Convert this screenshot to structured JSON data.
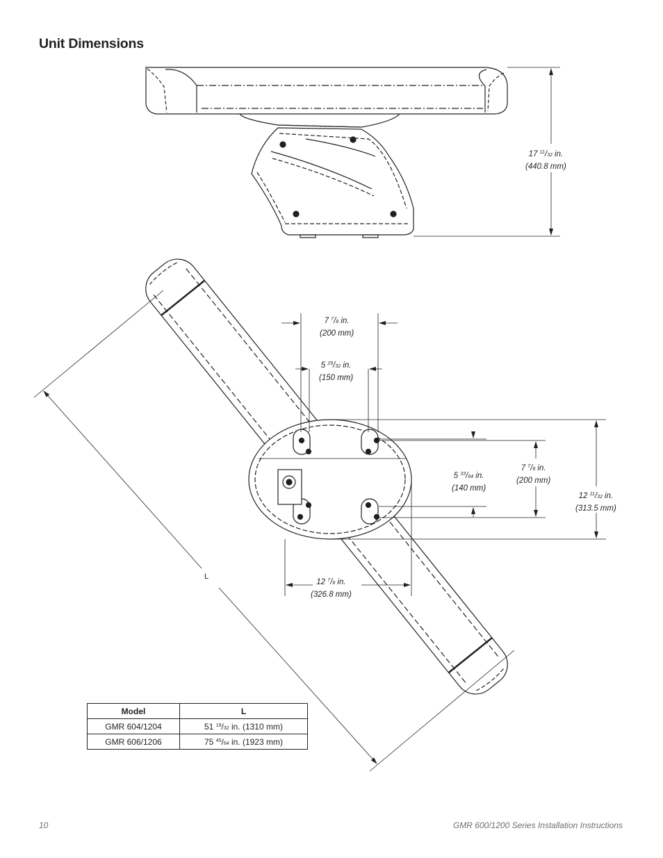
{
  "heading": "Unit Dimensions",
  "dimensions": {
    "height": {
      "whole": "17",
      "num": "11",
      "den": "32",
      "unit": " in.",
      "metric": "(440.8 mm)"
    },
    "bolt_outer_width": {
      "whole": "7",
      "num": "7",
      "den": "8",
      "unit": " in.",
      "metric": "(200 mm)"
    },
    "bolt_inner_width": {
      "whole": "5",
      "num": "29",
      "den": "32",
      "unit": " in.",
      "metric": "(150 mm)"
    },
    "bolt_inner_depth": {
      "whole": "5",
      "num": "33",
      "den": "64",
      "unit": " in.",
      "metric": "(140 mm)"
    },
    "bolt_outer_depth": {
      "whole": "7",
      "num": "7",
      "den": "8",
      "unit": " in.",
      "metric": "(200 mm)"
    },
    "base_depth": {
      "whole": "12",
      "num": "11",
      "den": "32",
      "unit": " in.",
      "metric": "(313.5 mm)"
    },
    "base_width": {
      "whole": "12",
      "num": "7",
      "den": "8",
      "unit": " in.",
      "metric": "(326.8 mm)"
    },
    "length_label": "L"
  },
  "table": {
    "headers": [
      "Model",
      "L"
    ],
    "rows": [
      {
        "model": "GMR 604/1204",
        "whole": "51",
        "num": "19",
        "den": "32",
        "rest": " in. (1310 mm)"
      },
      {
        "model": "GMR 606/1206",
        "whole": "75",
        "num": "45",
        "den": "64",
        "rest": " in. (1923 mm)"
      }
    ]
  },
  "footer": {
    "page_number": "10",
    "document_title": "GMR 600/1200 Series Installation Instructions"
  }
}
